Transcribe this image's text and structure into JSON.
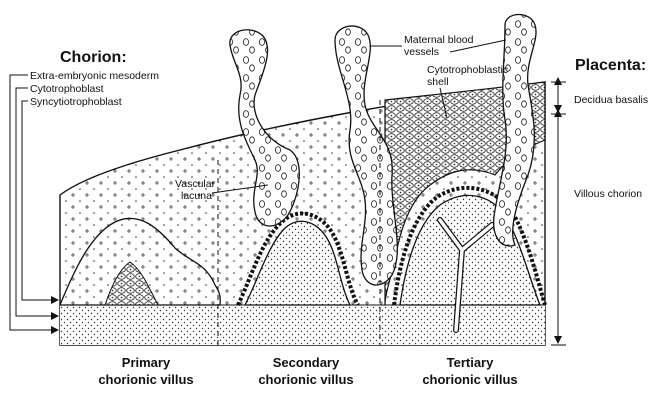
{
  "chorion": {
    "heading": "Chorion:",
    "layers": [
      "Extra-embryonic mesoderm",
      "Cytotrophoblast",
      "Syncytiotrophoblast"
    ]
  },
  "placenta": {
    "heading": "Placenta:",
    "decidua_basalis": "Decidua basalis",
    "villous_chorion": "Villous chorion"
  },
  "annotations": {
    "maternal_blood_vessels_line1": "Maternal blood",
    "maternal_blood_vessels_line2": "vessels",
    "cytotrophoblastic_shell_line1": "Cytotrophoblastic",
    "cytotrophoblastic_shell_line2": "shell",
    "vascular_lacuna_line1": "Vascular",
    "vascular_lacuna_line2": "lacuna"
  },
  "stages": [
    {
      "line1": "Primary",
      "line2": "chorionic villus"
    },
    {
      "line1": "Secondary",
      "line2": "chorionic villus"
    },
    {
      "line1": "Tertiary",
      "line2": "chorionic villus"
    }
  ]
}
